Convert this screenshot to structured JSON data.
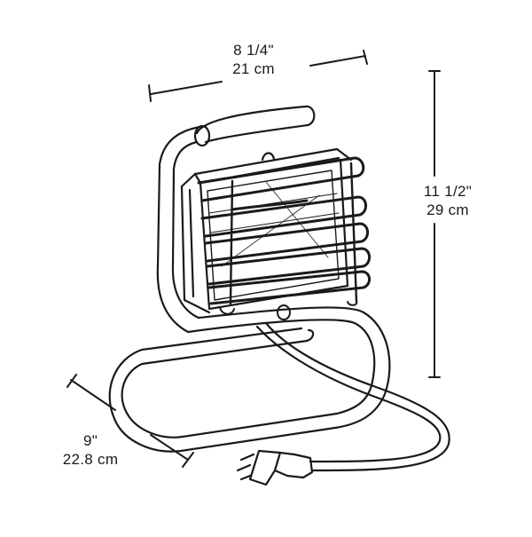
{
  "dimensions": {
    "width": {
      "imperial": "8 1/4\"",
      "metric": "21 cm"
    },
    "height": {
      "imperial": "11 1/2\"",
      "metric": "29 cm"
    },
    "depth": {
      "imperial": "9\"",
      "metric": "22.8 cm"
    }
  }
}
